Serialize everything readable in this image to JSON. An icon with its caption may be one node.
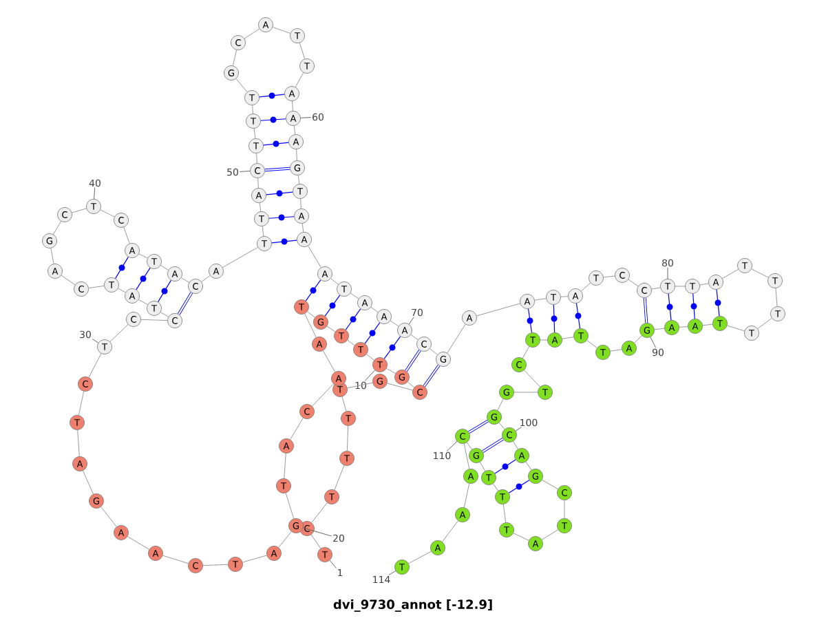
{
  "diagram": {
    "title": "dvi_9730_annot [-12.9]",
    "nodes": [
      {
        "text": [
          "T"
        ]
      },
      {
        "text": [
          "C"
        ]
      },
      {
        "text": [
          "T"
        ]
      },
      {
        "text": [
          "T"
        ]
      },
      {
        "text": [
          "T"
        ]
      },
      {
        "text": [
          "T"
        ]
      },
      {
        "text": [
          "G"
        ]
      },
      {
        "text": [
          "C"
        ]
      },
      {
        "text": [
          "G"
        ]
      },
      {
        "text": [
          "T"
        ]
      },
      {
        "text": [
          "T"
        ]
      },
      {
        "text": [
          "T"
        ]
      },
      {
        "text": [
          "G"
        ]
      },
      {
        "text": [
          "T"
        ]
      },
      {
        "text": [
          "A"
        ]
      },
      {
        "text": [
          "A"
        ]
      },
      {
        "text": [
          "C"
        ]
      },
      {
        "text": [
          "A"
        ]
      },
      {
        "text": [
          "T"
        ]
      },
      {
        "text": [
          "G"
        ]
      },
      {
        "text": [
          "A"
        ]
      },
      {
        "text": [
          "T"
        ]
      },
      {
        "text": [
          "C"
        ]
      },
      {
        "text": [
          "A"
        ]
      },
      {
        "text": [
          "A"
        ]
      },
      {
        "text": [
          "G"
        ]
      },
      {
        "text": [
          "A"
        ]
      },
      {
        "text": [
          "T"
        ]
      },
      {
        "text": [
          "C"
        ]
      },
      {
        "text": [
          "T"
        ]
      },
      {
        "text": [
          "C"
        ]
      },
      {
        "text": [
          "C"
        ]
      },
      {
        "text": [
          "T"
        ]
      },
      {
        "text": [
          "A"
        ]
      },
      {
        "text": [
          "T"
        ]
      },
      {
        "text": [
          "C"
        ]
      },
      {
        "text": [
          "A"
        ]
      },
      {
        "text": [
          "G"
        ]
      },
      {
        "text": [
          "C"
        ]
      },
      {
        "text": [
          "T"
        ]
      },
      {
        "text": [
          "C"
        ]
      },
      {
        "text": [
          "A"
        ]
      },
      {
        "text": [
          "T"
        ]
      },
      {
        "text": [
          "A"
        ]
      },
      {
        "text": [
          "C"
        ]
      },
      {
        "text": [
          "A"
        ]
      },
      {
        "text": [
          "T"
        ]
      },
      {
        "text": [
          "T"
        ]
      },
      {
        "text": [
          "A"
        ]
      },
      {
        "text": [
          "C"
        ]
      },
      {
        "text": [
          "T"
        ]
      },
      {
        "text": [
          "T"
        ]
      },
      {
        "text": [
          "T"
        ]
      },
      {
        "text": [
          "G"
        ]
      },
      {
        "text": [
          "C"
        ]
      },
      {
        "text": [
          "A"
        ]
      },
      {
        "text": [
          "T"
        ]
      },
      {
        "text": [
          "T"
        ]
      },
      {
        "text": [
          "A"
        ]
      },
      {
        "text": [
          "A"
        ]
      },
      {
        "text": [
          "A"
        ]
      },
      {
        "text": [
          "G"
        ]
      },
      {
        "text": [
          "T"
        ]
      },
      {
        "text": [
          "A"
        ]
      },
      {
        "text": [
          "A"
        ]
      },
      {
        "text": [
          "A"
        ]
      },
      {
        "text": [
          "T"
        ]
      },
      {
        "text": [
          "A"
        ]
      },
      {
        "text": [
          "A"
        ]
      },
      {
        "text": [
          "A"
        ]
      },
      {
        "text": [
          "C"
        ]
      },
      {
        "text": [
          "G"
        ]
      },
      {
        "text": [
          "A"
        ]
      },
      {
        "text": [
          "A"
        ]
      },
      {
        "text": [
          "T"
        ]
      },
      {
        "text": [
          "A"
        ]
      },
      {
        "text": [
          "T"
        ]
      },
      {
        "text": [
          "C"
        ]
      },
      {
        "text": [
          "C"
        ]
      },
      {
        "text": [
          "T"
        ]
      },
      {
        "text": [
          "T"
        ]
      },
      {
        "text": [
          "A"
        ]
      },
      {
        "text": [
          "T"
        ]
      },
      {
        "text": [
          "T"
        ]
      },
      {
        "text": [
          "T"
        ]
      },
      {
        "text": [
          "T"
        ]
      },
      {
        "text": [
          "T"
        ]
      },
      {
        "text": [
          "A"
        ]
      },
      {
        "text": [
          "A"
        ]
      },
      {
        "text": [
          "G"
        ]
      },
      {
        "text": [
          "A"
        ]
      },
      {
        "text": [
          "T"
        ]
      },
      {
        "text": [
          "T"
        ]
      },
      {
        "text": [
          "A"
        ]
      },
      {
        "text": [
          "T"
        ]
      },
      {
        "text": [
          "C"
        ]
      },
      {
        "text": [
          "T"
        ]
      },
      {
        "text": [
          "G"
        ]
      },
      {
        "text": [
          "G"
        ]
      },
      {
        "text": [
          "C"
        ]
      },
      {
        "text": [
          "A"
        ]
      },
      {
        "text": [
          "G"
        ]
      },
      {
        "text": [
          "C"
        ]
      },
      {
        "text": [
          "T"
        ]
      },
      {
        "text": [
          "A"
        ]
      },
      {
        "text": [
          "T"
        ]
      },
      {
        "text": [
          "T"
        ]
      },
      {
        "text": [
          "T"
        ]
      },
      {
        "text": [
          "G"
        ]
      },
      {
        "text": [
          "C"
        ]
      },
      {
        "text": [
          "A"
        ]
      },
      {
        "text": [
          "A"
        ]
      },
      {
        "text": [
          "A"
        ]
      },
      {
        "text": [
          "T"
        ]
      },
      {
        "text": [
          "1"
        ]
      },
      {
        "text": [
          "10"
        ]
      },
      {
        "text": [
          "20"
        ]
      },
      {
        "text": [
          "30"
        ]
      },
      {
        "text": [
          "40"
        ]
      },
      {
        "text": [
          "50"
        ]
      },
      {
        "text": [
          "60"
        ]
      },
      {
        "text": [
          "70"
        ]
      },
      {
        "text": [
          "80"
        ]
      },
      {
        "text": [
          "90"
        ]
      },
      {
        "text": [
          "100"
        ]
      },
      {
        "text": [
          "110"
        ]
      },
      {
        "text": [
          "114"
        ]
      }
    ],
    "edges": [
      {
        "from": 0,
        "to": 1,
        "arrow": "none"
      },
      {
        "from": 1,
        "to": 2,
        "arrow": "none"
      },
      {
        "from": 2,
        "to": 3,
        "arrow": "none"
      },
      {
        "from": 3,
        "to": 4,
        "arrow": "none"
      },
      {
        "from": 4,
        "to": 5,
        "arrow": "none"
      },
      {
        "from": 5,
        "to": 6,
        "arrow": "none"
      },
      {
        "from": 6,
        "to": 7,
        "arrow": "none"
      },
      {
        "from": 7,
        "to": 8,
        "arrow": "none"
      },
      {
        "from": 8,
        "to": 9,
        "arrow": "none"
      },
      {
        "from": 9,
        "to": 10,
        "arrow": "none"
      },
      {
        "from": 10,
        "to": 11,
        "arrow": "none"
      },
      {
        "from": 11,
        "to": 12,
        "arrow": "none"
      },
      {
        "from": 12,
        "to": 13,
        "arrow": "none"
      },
      {
        "from": 13,
        "to": 14,
        "arrow": "none"
      },
      {
        "from": 14,
        "to": 15,
        "arrow": "none"
      },
      {
        "from": 15,
        "to": 16,
        "arrow": "none"
      },
      {
        "from": 16,
        "to": 17,
        "arrow": "none"
      },
      {
        "from": 17,
        "to": 18,
        "arrow": "none"
      },
      {
        "from": 18,
        "to": 19,
        "arrow": "none"
      },
      {
        "from": 19,
        "to": 20,
        "arrow": "none"
      },
      {
        "from": 20,
        "to": 21,
        "arrow": "none"
      },
      {
        "from": 21,
        "to": 22,
        "arrow": "none"
      },
      {
        "from": 22,
        "to": 23,
        "arrow": "none"
      },
      {
        "from": 23,
        "to": 24,
        "arrow": "none"
      },
      {
        "from": 24,
        "to": 25,
        "arrow": "none"
      },
      {
        "from": 25,
        "to": 26,
        "arrow": "none"
      },
      {
        "from": 26,
        "to": 27,
        "arrow": "none"
      },
      {
        "from": 27,
        "to": 28,
        "arrow": "none"
      },
      {
        "from": 28,
        "to": 29,
        "arrow": "none"
      },
      {
        "from": 29,
        "to": 30,
        "arrow": "none"
      },
      {
        "from": 30,
        "to": 31,
        "arrow": "none"
      },
      {
        "from": 31,
        "to": 32,
        "arrow": "none"
      },
      {
        "from": 32,
        "to": 33,
        "arrow": "none"
      },
      {
        "from": 33,
        "to": 34,
        "arrow": "none"
      },
      {
        "from": 34,
        "to": 35,
        "arrow": "none"
      },
      {
        "from": 35,
        "to": 36,
        "arrow": "none"
      },
      {
        "from": 36,
        "to": 37,
        "arrow": "none"
      },
      {
        "from": 37,
        "to": 38,
        "arrow": "none"
      },
      {
        "from": 38,
        "to": 39,
        "arrow": "none"
      },
      {
        "from": 39,
        "to": 40,
        "arrow": "none"
      },
      {
        "from": 40,
        "to": 41,
        "arrow": "none"
      },
      {
        "from": 41,
        "to": 42,
        "arrow": "none"
      },
      {
        "from": 42,
        "to": 43,
        "arrow": "none"
      },
      {
        "from": 43,
        "to": 44,
        "arrow": "none"
      },
      {
        "from": 44,
        "to": 45,
        "arrow": "none"
      },
      {
        "from": 45,
        "to": 46,
        "arrow": "none"
      },
      {
        "from": 46,
        "to": 47,
        "arrow": "none"
      },
      {
        "from": 47,
        "to": 48,
        "arrow": "none"
      },
      {
        "from": 48,
        "to": 49,
        "arrow": "none"
      },
      {
        "from": 49,
        "to": 50,
        "arrow": "none"
      },
      {
        "from": 50,
        "to": 51,
        "arrow": "none"
      },
      {
        "from": 51,
        "to": 52,
        "arrow": "none"
      },
      {
        "from": 52,
        "to": 53,
        "arrow": "none"
      },
      {
        "from": 53,
        "to": 54,
        "arrow": "none"
      },
      {
        "from": 54,
        "to": 55,
        "arrow": "none"
      },
      {
        "from": 55,
        "to": 56,
        "arrow": "none"
      },
      {
        "from": 56,
        "to": 57,
        "arrow": "none"
      },
      {
        "from": 57,
        "to": 58,
        "arrow": "none"
      },
      {
        "from": 58,
        "to": 59,
        "arrow": "none"
      },
      {
        "from": 59,
        "to": 60,
        "arrow": "none"
      },
      {
        "from": 60,
        "to": 61,
        "arrow": "none"
      },
      {
        "from": 61,
        "to": 62,
        "arrow": "none"
      },
      {
        "from": 62,
        "to": 63,
        "arrow": "none"
      },
      {
        "from": 63,
        "to": 64,
        "arrow": "none"
      },
      {
        "from": 64,
        "to": 65,
        "arrow": "none"
      },
      {
        "from": 65,
        "to": 66,
        "arrow": "none"
      },
      {
        "from": 66,
        "to": 67,
        "arrow": "none"
      },
      {
        "from": 67,
        "to": 68,
        "arrow": "none"
      },
      {
        "from": 68,
        "to": 69,
        "arrow": "none"
      },
      {
        "from": 69,
        "to": 70,
        "arrow": "none"
      },
      {
        "from": 70,
        "to": 71,
        "arrow": "none"
      },
      {
        "from": 71,
        "to": 72,
        "arrow": "none"
      },
      {
        "from": 72,
        "to": 73,
        "arrow": "none"
      },
      {
        "from": 73,
        "to": 74,
        "arrow": "none"
      },
      {
        "from": 74,
        "to": 75,
        "arrow": "none"
      },
      {
        "from": 75,
        "to": 76,
        "arrow": "none"
      },
      {
        "from": 76,
        "to": 77,
        "arrow": "none"
      },
      {
        "from": 77,
        "to": 78,
        "arrow": "none"
      },
      {
        "from": 78,
        "to": 79,
        "arrow": "none"
      },
      {
        "from": 79,
        "to": 80,
        "arrow": "none"
      },
      {
        "from": 80,
        "to": 81,
        "arrow": "none"
      },
      {
        "from": 81,
        "to": 82,
        "arrow": "none"
      },
      {
        "from": 82,
        "to": 83,
        "arrow": "none"
      },
      {
        "from": 83,
        "to": 84,
        "arrow": "none"
      },
      {
        "from": 84,
        "to": 85,
        "arrow": "none"
      },
      {
        "from": 85,
        "to": 86,
        "arrow": "none"
      },
      {
        "from": 86,
        "to": 87,
        "arrow": "none"
      },
      {
        "from": 87,
        "to": 88,
        "arrow": "none"
      },
      {
        "from": 88,
        "to": 89,
        "arrow": "none"
      },
      {
        "from": 89,
        "to": 90,
        "arrow": "none"
      },
      {
        "from": 90,
        "to": 91,
        "arrow": "none"
      },
      {
        "from": 91,
        "to": 92,
        "arrow": "none"
      },
      {
        "from": 92,
        "to": 93,
        "arrow": "none"
      },
      {
        "from": 93,
        "to": 94,
        "arrow": "none"
      },
      {
        "from": 94,
        "to": 95,
        "arrow": "none"
      },
      {
        "from": 95,
        "to": 96,
        "arrow": "none"
      },
      {
        "from": 96,
        "to": 97,
        "arrow": "none"
      },
      {
        "from": 97,
        "to": 98,
        "arrow": "none"
      },
      {
        "from": 98,
        "to": 99,
        "arrow": "none"
      },
      {
        "from": 99,
        "to": 100,
        "arrow": "none"
      },
      {
        "from": 100,
        "to": 101,
        "arrow": "none"
      },
      {
        "from": 101,
        "to": 102,
        "arrow": "none"
      },
      {
        "from": 102,
        "to": 103,
        "arrow": "none"
      },
      {
        "from": 103,
        "to": 104,
        "arrow": "none"
      },
      {
        "from": 104,
        "to": 105,
        "arrow": "none"
      },
      {
        "from": 105,
        "to": 106,
        "arrow": "none"
      },
      {
        "from": 106,
        "to": 107,
        "arrow": "none"
      },
      {
        "from": 107,
        "to": 108,
        "arrow": "none"
      },
      {
        "from": 108,
        "to": 109,
        "arrow": "none"
      },
      {
        "from": 109,
        "to": 110,
        "arrow": "none"
      },
      {
        "from": 110,
        "to": 111,
        "arrow": "none"
      },
      {
        "from": 111,
        "to": 112,
        "arrow": "none"
      },
      {
        "from": 112,
        "to": 113,
        "arrow": "none"
      },
      {
        "from": 7,
        "to": 71,
        "arrow": "none",
        "color": "#0000ff",
        "style": "thick"
      },
      {
        "from": 8,
        "to": 70,
        "arrow": "none",
        "color": "#0000ff",
        "style": "thick"
      },
      {
        "from": 9,
        "to": 69,
        "arrow": "none",
        "color": "#0000ff"
      },
      {
        "from": 10,
        "to": 68,
        "arrow": "none",
        "color": "#0000ff"
      },
      {
        "from": 11,
        "to": 67,
        "arrow": "none",
        "color": "#0000ff"
      },
      {
        "from": 12,
        "to": 66,
        "arrow": "none",
        "color": "#0000ff"
      },
      {
        "from": 13,
        "to": 65,
        "arrow": "none",
        "color": "#0000ff"
      },
      {
        "from": 31,
        "to": 44,
        "arrow": "none",
        "color": "#0000ff",
        "style": "thick"
      },
      {
        "from": 32,
        "to": 43,
        "arrow": "none",
        "color": "#0000ff"
      },
      {
        "from": 33,
        "to": 42,
        "arrow": "none",
        "color": "#0000ff"
      },
      {
        "from": 34,
        "to": 41,
        "arrow": "none",
        "color": "#0000ff"
      },
      {
        "from": 46,
        "to": 64,
        "arrow": "none",
        "color": "#0000ff"
      },
      {
        "from": 47,
        "to": 63,
        "arrow": "none",
        "color": "#0000ff"
      },
      {
        "from": 48,
        "to": 62,
        "arrow": "none",
        "color": "#0000ff"
      },
      {
        "from": 49,
        "to": 61,
        "arrow": "none",
        "color": "#0000ff",
        "style": "thick"
      },
      {
        "from": 50,
        "to": 60,
        "arrow": "none",
        "color": "#0000ff"
      },
      {
        "from": 51,
        "to": 59,
        "arrow": "none",
        "color": "#0000ff"
      },
      {
        "from": 52,
        "to": 58,
        "arrow": "none",
        "color": "#0000ff"
      },
      {
        "from": 73,
        "to": 94,
        "arrow": "none",
        "color": "#0000ff"
      },
      {
        "from": 74,
        "to": 93,
        "arrow": "none",
        "color": "#0000ff"
      },
      {
        "from": 75,
        "to": 92,
        "arrow": "none",
        "color": "#0000ff"
      },
      {
        "from": 78,
        "to": 89,
        "arrow": "none",
        "color": "#0000ff",
        "style": "thick"
      },
      {
        "from": 79,
        "to": 88,
        "arrow": "none",
        "color": "#0000ff"
      },
      {
        "from": 80,
        "to": 87,
        "arrow": "none",
        "color": "#0000ff"
      },
      {
        "from": 81,
        "to": 86,
        "arrow": "none",
        "color": "#0000ff"
      },
      {
        "from": 98,
        "to": 109,
        "arrow": "none",
        "color": "#0000ff",
        "style": "thick"
      },
      {
        "from": 99,
        "to": 108,
        "arrow": "none",
        "color": "#0000ff",
        "style": "thick"
      },
      {
        "from": 100,
        "to": 107,
        "arrow": "none",
        "color": "#0000ff"
      },
      {
        "from": 101,
        "to": 106,
        "arrow": "none",
        "color": "#0000ff"
      },
      {
        "from": 114,
        "to": 0,
        "arrow": "none"
      },
      {
        "from": 115,
        "to": 9,
        "arrow": "none"
      },
      {
        "from": 116,
        "to": 19,
        "arrow": "none"
      },
      {
        "from": 117,
        "to": 29,
        "arrow": "none"
      },
      {
        "from": 118,
        "to": 39,
        "arrow": "none"
      },
      {
        "from": 119,
        "to": 49,
        "arrow": "none"
      },
      {
        "from": 120,
        "to": 59,
        "arrow": "none"
      },
      {
        "from": 121,
        "to": 69,
        "arrow": "none"
      },
      {
        "from": 122,
        "to": 79,
        "arrow": "none"
      },
      {
        "from": 123,
        "to": 89,
        "arrow": "none"
      },
      {
        "from": 124,
        "to": 99,
        "arrow": "none"
      },
      {
        "from": 125,
        "to": 109,
        "arrow": "none"
      },
      {
        "from": 126,
        "to": 113,
        "arrow": "none"
      }
    ]
  }
}
